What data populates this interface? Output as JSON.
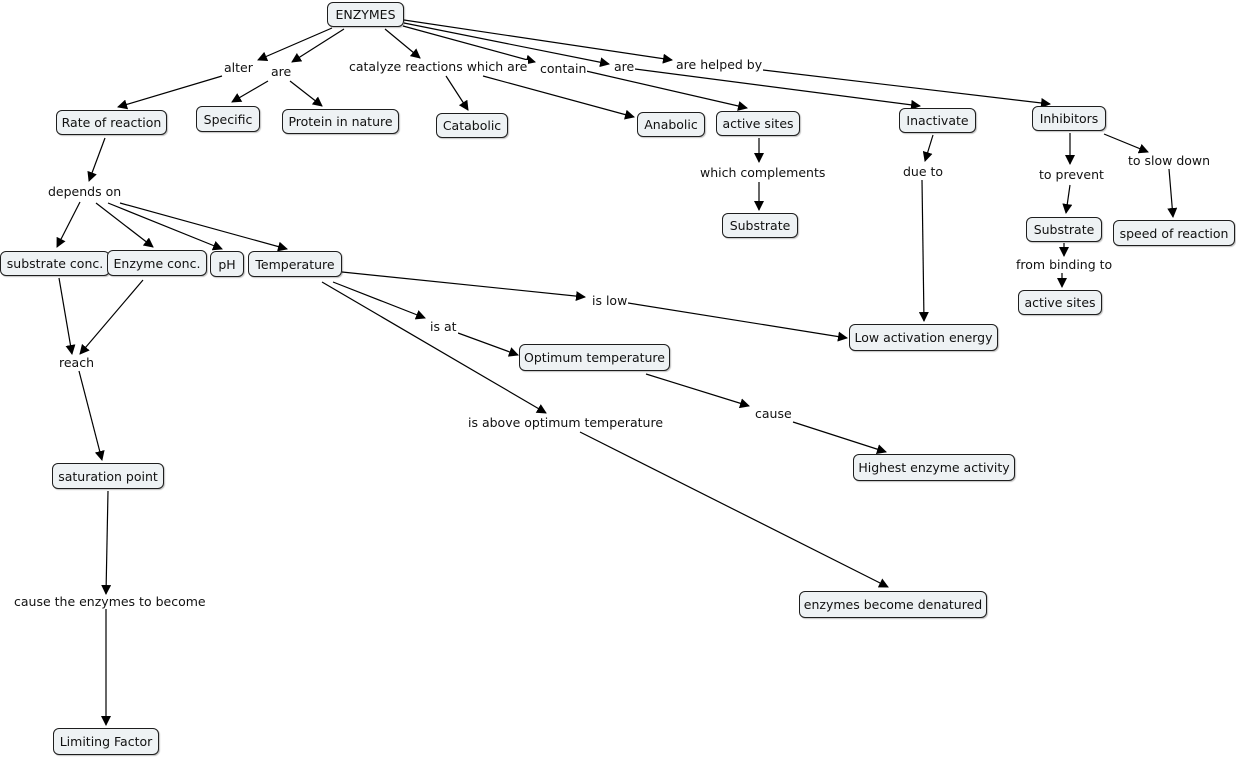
{
  "concepts": {
    "enzymes": "ENZYMES",
    "rate_of_reaction": "Rate of reaction",
    "specific": "Specific",
    "protein_in_nature": "Protein in nature",
    "catabolic": "Catabolic",
    "anabolic": "Anabolic",
    "active_sites": "active sites",
    "inactivate": "Inactivate",
    "inhibitors": "Inhibitors",
    "substrate_1": "Substrate",
    "substrate_2": "Substrate",
    "speed_of_reaction": "speed of reaction",
    "active_sites_2": "active sites",
    "substrate_conc": "substrate conc.",
    "enzyme_conc": "Enzyme conc.",
    "ph": "pH",
    "temperature": "Temperature",
    "low_activation_energy": "Low activation energy",
    "optimum_temperature": "Optimum temperature",
    "highest_enzyme_activity": "Highest enzyme activity",
    "saturation_point": "saturation point",
    "enzymes_become_denatured": "enzymes become denatured",
    "limiting_factor": "Limiting Factor"
  },
  "linking_phrases": {
    "alter": "alter",
    "are_1": "are",
    "catalyze": "catalyze reactions which are",
    "contain": "contain",
    "are_2": "are",
    "are_helped_by": "are helped by",
    "which_complements": "which complements",
    "due_to": "due to",
    "to_prevent": "to prevent",
    "to_slow_down": "to slow down",
    "from_binding_to": "from binding to",
    "depends_on": "depends on",
    "is_low": "is low",
    "is_at": "is at",
    "reach": "reach",
    "cause": "cause",
    "is_above": "is above optimum temperature",
    "cause_enzymes_become": "cause the enzymes to become"
  }
}
